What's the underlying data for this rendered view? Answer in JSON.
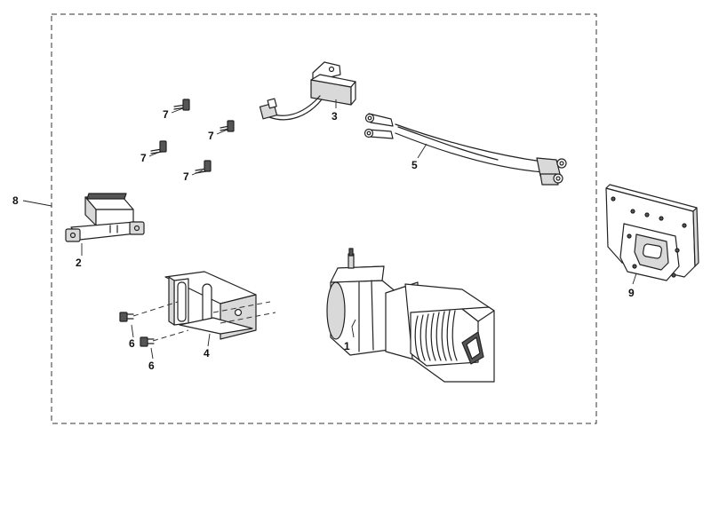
{
  "callouts": {
    "c1": "1",
    "c2": "2",
    "c3": "3",
    "c4": "4",
    "c5": "5",
    "c6a": "6",
    "c6b": "6",
    "c7a": "7",
    "c7b": "7",
    "c7c": "7",
    "c7d": "7",
    "c8": "8",
    "c9": "9"
  }
}
